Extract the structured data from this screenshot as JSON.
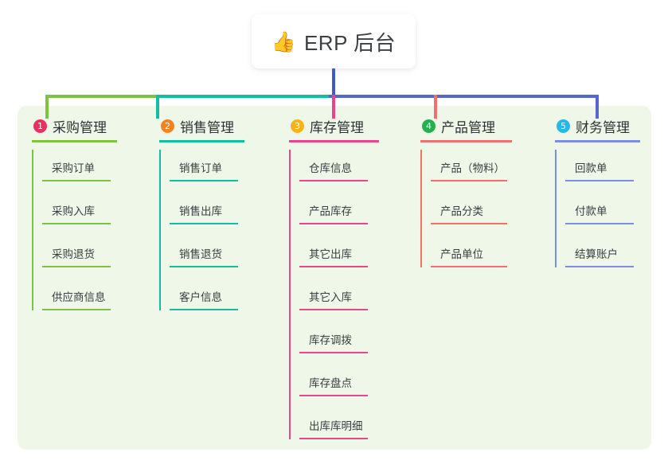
{
  "root": {
    "icon": "thumbs-up-icon",
    "emoji": "👍",
    "title": "ERP 后台"
  },
  "colors": {
    "panel_background": "#eef7e8",
    "card_background": "#ffffff",
    "trunk": "#3d5bc0",
    "bus_green": "#7cc243",
    "bus_teal": "#16bda2",
    "bus_blue": "#5566cc"
  },
  "columns": [
    {
      "number": "1",
      "title": "采购管理",
      "badge_color": "#e8315f",
      "line_color": "#7cc243",
      "stub_color": "#7cc243",
      "items": [
        {
          "label": "采购订单"
        },
        {
          "label": "采购入库"
        },
        {
          "label": "采购退货"
        },
        {
          "label": "供应商信息"
        }
      ]
    },
    {
      "number": "2",
      "title": "销售管理",
      "badge_color": "#f58220",
      "line_color": "#16bda2",
      "stub_color": "#16bda2",
      "items": [
        {
          "label": "销售订单"
        },
        {
          "label": "销售出库"
        },
        {
          "label": "销售退货"
        },
        {
          "label": "客户信息"
        }
      ]
    },
    {
      "number": "3",
      "title": "库存管理",
      "badge_color": "#f9b219",
      "line_color": "#e8468c",
      "stub_color": "#e8468c",
      "items": [
        {
          "label": "仓库信息"
        },
        {
          "label": "产品库存"
        },
        {
          "label": "其它出库"
        },
        {
          "label": "其它入库"
        },
        {
          "label": "库存调拨"
        },
        {
          "label": "库存盘点"
        },
        {
          "label": "出库库明细"
        }
      ]
    },
    {
      "number": "4",
      "title": "产品管理",
      "badge_color": "#22b14c",
      "line_color": "#f2706b",
      "stub_color": "#f2706b",
      "items": [
        {
          "label": "产品（物料）"
        },
        {
          "label": "产品分类"
        },
        {
          "label": "产品单位"
        }
      ]
    },
    {
      "number": "5",
      "title": "财务管理",
      "badge_color": "#29b6e8",
      "line_color": "#7b8fdd",
      "stub_color": "#5566cc",
      "items": [
        {
          "label": "回款单"
        },
        {
          "label": "付款单"
        },
        {
          "label": "结算账户"
        }
      ]
    }
  ]
}
